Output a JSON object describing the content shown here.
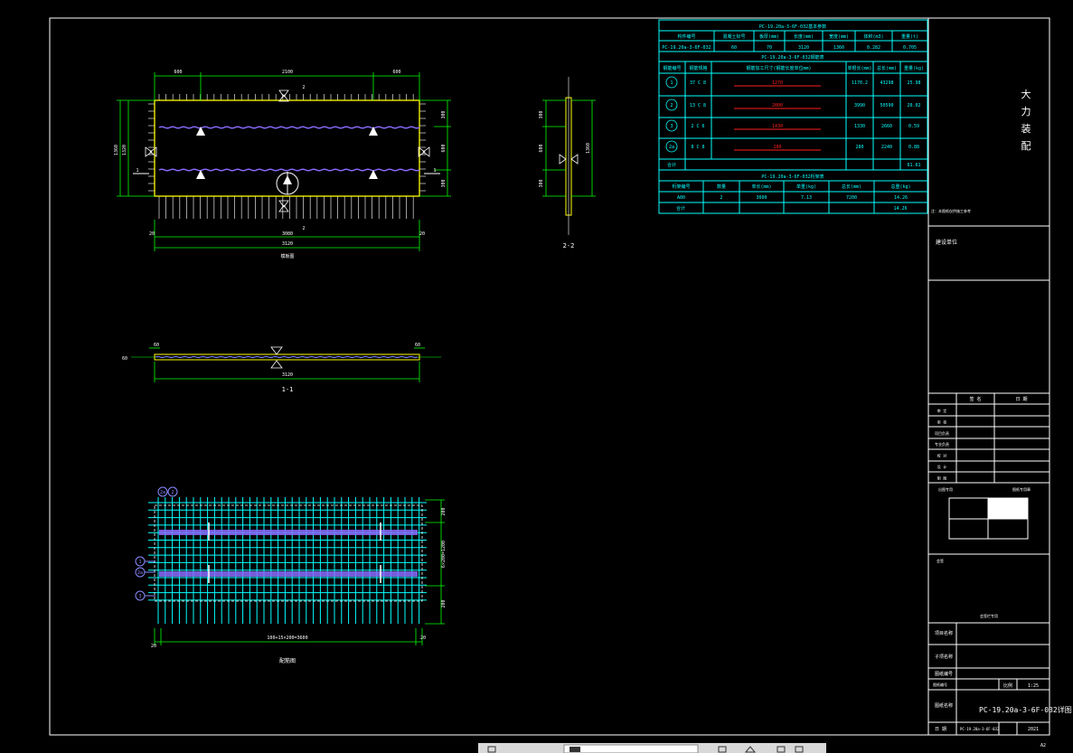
{
  "colors": {
    "bg": "#000000",
    "line": "#ffffff",
    "cyan": "#00ffff",
    "yellow": "#ffff00",
    "green": "#00ff00",
    "red": "#ff2020",
    "purple": "#8a6cff",
    "gray": "#c8c8c8"
  },
  "top_table": {
    "title1": "PC-19.20a-3-6F-032基本参数",
    "hdr1": [
      "构件编号",
      "混凝土标号",
      "板厚(mm)",
      "长度(mm)",
      "宽度(mm)",
      "体积(m3)",
      "重量(t)"
    ],
    "row1": [
      "PC-19.20a-3-6F-032",
      "60",
      "70",
      "3120",
      "1360",
      "0.282",
      "0.705"
    ],
    "title2": "PC-19.20a-3-6F-032钢筋表",
    "hdr2": [
      "钢筋编号",
      "钢筋规格",
      "钢筋加工尺寸(钢筋长度单位mm)",
      "单根长(mm)",
      "总长(mm)",
      "重量(kg)"
    ],
    "rebars": [
      {
        "no": "1",
        "spec": "37 C 8",
        "len": "1270",
        "single": "1170.2",
        "total": "43298",
        "weight": "25.98"
      },
      {
        "no": "2",
        "spec": "13 C 8",
        "len": "2800",
        "single": "3990",
        "total": "50590",
        "weight": "20.02"
      },
      {
        "no": "3",
        "spec": "2 C 6",
        "len": "1430",
        "single": "1330",
        "total": "2660",
        "weight": "0.59"
      },
      {
        "no": "2a",
        "spec": "8 C 8",
        "len": "280",
        "single": "280",
        "total": "2240",
        "weight": "0.88"
      }
    ],
    "sum_label": "合计",
    "sum_value": "61.61",
    "title3": "PC-19.20a-3-6F-032桁架表",
    "hdr3": [
      "桁架编号",
      "数量",
      "单长(mm)",
      "单重(kg)",
      "总长(mm)",
      "总重(kg)"
    ],
    "truss": [
      "A80",
      "2",
      "3600",
      "7.13",
      "7200",
      "14.26"
    ],
    "truss_sum_label": "合计",
    "truss_sum": "14.26"
  },
  "title_block": {
    "company": [
      "大",
      "力",
      "装",
      "配"
    ],
    "small_note": "注：本图纸仅供施工参考",
    "project_label": "建设单位",
    "sign_hdr": [
      "签 名",
      "日 期"
    ],
    "sign_rows": [
      "审 定",
      "审 核",
      "项目负责",
      "专业负责",
      "校 对",
      "设 计",
      "制 图"
    ],
    "stamp_label": "出图专用",
    "stamp_note": "图纸专用章",
    "seal_label": "会签",
    "seal_note": "会签栏专用",
    "project_name": "项目名称",
    "subproject": "子项名称",
    "drawing_no": "图纸编号",
    "scale_label": "比例",
    "scale": "1:25",
    "drawing_title_label": "图纸名称",
    "drawing_title": "PC-19.20a-3-6F-032详图",
    "date_label": "日 期",
    "date_value": "PC-19.20a-3-6F-032",
    "year": "2021",
    "sheet_size": "A2"
  },
  "views": {
    "plan_title": "模板图",
    "dim_top": [
      "600",
      "2100",
      "600"
    ],
    "dim_bottom_parts": [
      "20",
      "3080",
      "20"
    ],
    "dim_bottom_total": "3120",
    "dim_left": [
      "1360",
      "1320"
    ],
    "dim_right": [
      "300",
      "600",
      "300"
    ],
    "cut_label_top": "2",
    "cut_label_side": "1",
    "section22": "2-2",
    "sec22_left": [
      "300",
      "600",
      "300"
    ],
    "sec22_right": "1360",
    "section11": "1-1",
    "sec11_dims": [
      "60",
      "60"
    ],
    "sec11_total": "3120",
    "sec11_thk": "60",
    "rebar_title": "配筋图",
    "rebar_labels": [
      "2a",
      "2",
      "1",
      "2a",
      "3"
    ],
    "rebar_bottom_dim": "100+15×200=3600",
    "rebar_bottom_side": [
      "20",
      "20"
    ],
    "rebar_right_dims": [
      "200",
      "6×200=1200",
      "200"
    ]
  },
  "toolbar": {
    "icons": [
      "window-icon",
      "edit-icon",
      "triangle-icon",
      "square-icon",
      "grid-icon"
    ]
  }
}
